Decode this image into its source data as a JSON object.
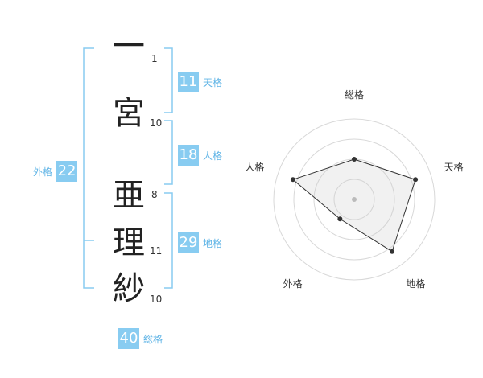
{
  "name": {
    "characters": [
      {
        "char": "一",
        "strokes": "1"
      },
      {
        "char": "宮",
        "strokes": "10"
      },
      {
        "char": "亜",
        "strokes": "8"
      },
      {
        "char": "理",
        "strokes": "11"
      },
      {
        "char": "紗",
        "strokes": "10"
      }
    ]
  },
  "fortune": {
    "tenkaku": {
      "label": "天格",
      "value": "11"
    },
    "jinkaku": {
      "label": "人格",
      "value": "18"
    },
    "chikaku": {
      "label": "地格",
      "value": "29"
    },
    "gaikaku": {
      "label": "外格",
      "value": "22"
    },
    "soukaku": {
      "label": "総格",
      "value": "40"
    }
  },
  "colors": {
    "accent": "#88ccf1",
    "accent_text": "#5fb4e6",
    "bracket": "#88ccf1"
  },
  "chart_data": {
    "type": "radar",
    "axes": [
      "総格",
      "天格",
      "地格",
      "外格",
      "人格"
    ],
    "values": [
      0.5,
      0.8,
      0.8,
      0.3,
      0.8
    ],
    "range": [
      0,
      1
    ],
    "rings": 4
  }
}
